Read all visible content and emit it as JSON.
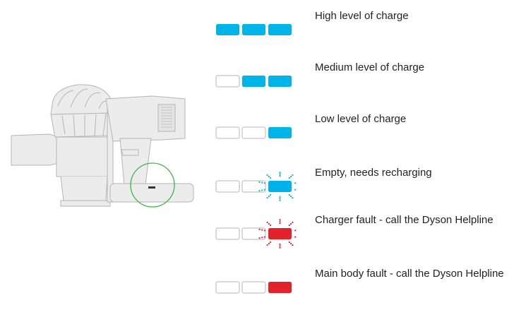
{
  "colors": {
    "led_blue": "#00b3e8",
    "led_red": "#e3232b",
    "led_off_border": "#b5b5b5",
    "highlight_circle": "#3fb24b",
    "device_fill": "#ececec",
    "device_line": "#b4b4b4"
  },
  "states": [
    {
      "label": "High level of charge",
      "leds": [
        "on",
        "on",
        "on"
      ],
      "color": "blue",
      "flashing": false
    },
    {
      "label": "Medium level of charge",
      "leds": [
        "off",
        "on",
        "on"
      ],
      "color": "blue",
      "flashing": false
    },
    {
      "label": "Low level of charge",
      "leds": [
        "off",
        "off",
        "on"
      ],
      "color": "blue",
      "flashing": false
    },
    {
      "label": "Empty, needs recharging",
      "leds": [
        "off",
        "off",
        "on"
      ],
      "color": "blue",
      "flashing": true
    },
    {
      "label": "Charger fault - call the Dyson Helpline",
      "leds": [
        "off",
        "off",
        "on"
      ],
      "color": "red",
      "flashing": true
    },
    {
      "label": "Main body fault - call the Dyson Helpline",
      "leds": [
        "off",
        "off",
        "on"
      ],
      "color": "red",
      "flashing": false
    }
  ]
}
